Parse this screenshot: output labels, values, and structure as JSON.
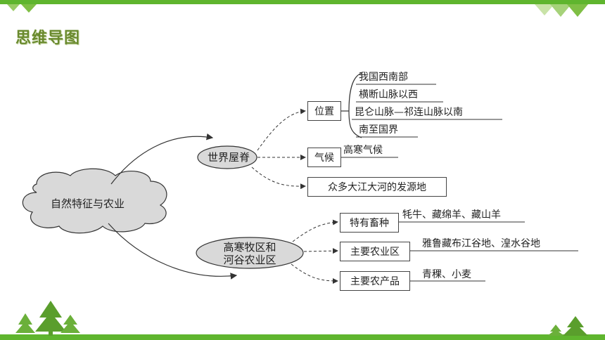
{
  "page": {
    "title": "思维导图"
  },
  "root": {
    "label": "自然特征与农业"
  },
  "branch1": {
    "label": "世界屋脊",
    "position": {
      "label": "位置",
      "items": [
        "我国西南部",
        "横断山脉以西",
        "昆仑山脉—祁连山脉以南",
        "南至国界"
      ]
    },
    "climate": {
      "label": "气候",
      "value": "高寒气候"
    },
    "rivers": {
      "label": "众多大江大河的发源地"
    }
  },
  "branch2": {
    "label_line1": "高寒牧区和",
    "label_line2": "河谷农业区",
    "species": {
      "label": "特有畜种",
      "value": "牦牛、藏绵羊、藏山羊"
    },
    "agri_area": {
      "label": "主要农业区",
      "value": "雅鲁藏布江谷地、湟水谷地"
    },
    "products": {
      "label": "主要农产品",
      "value": "青稞、小麦"
    }
  }
}
